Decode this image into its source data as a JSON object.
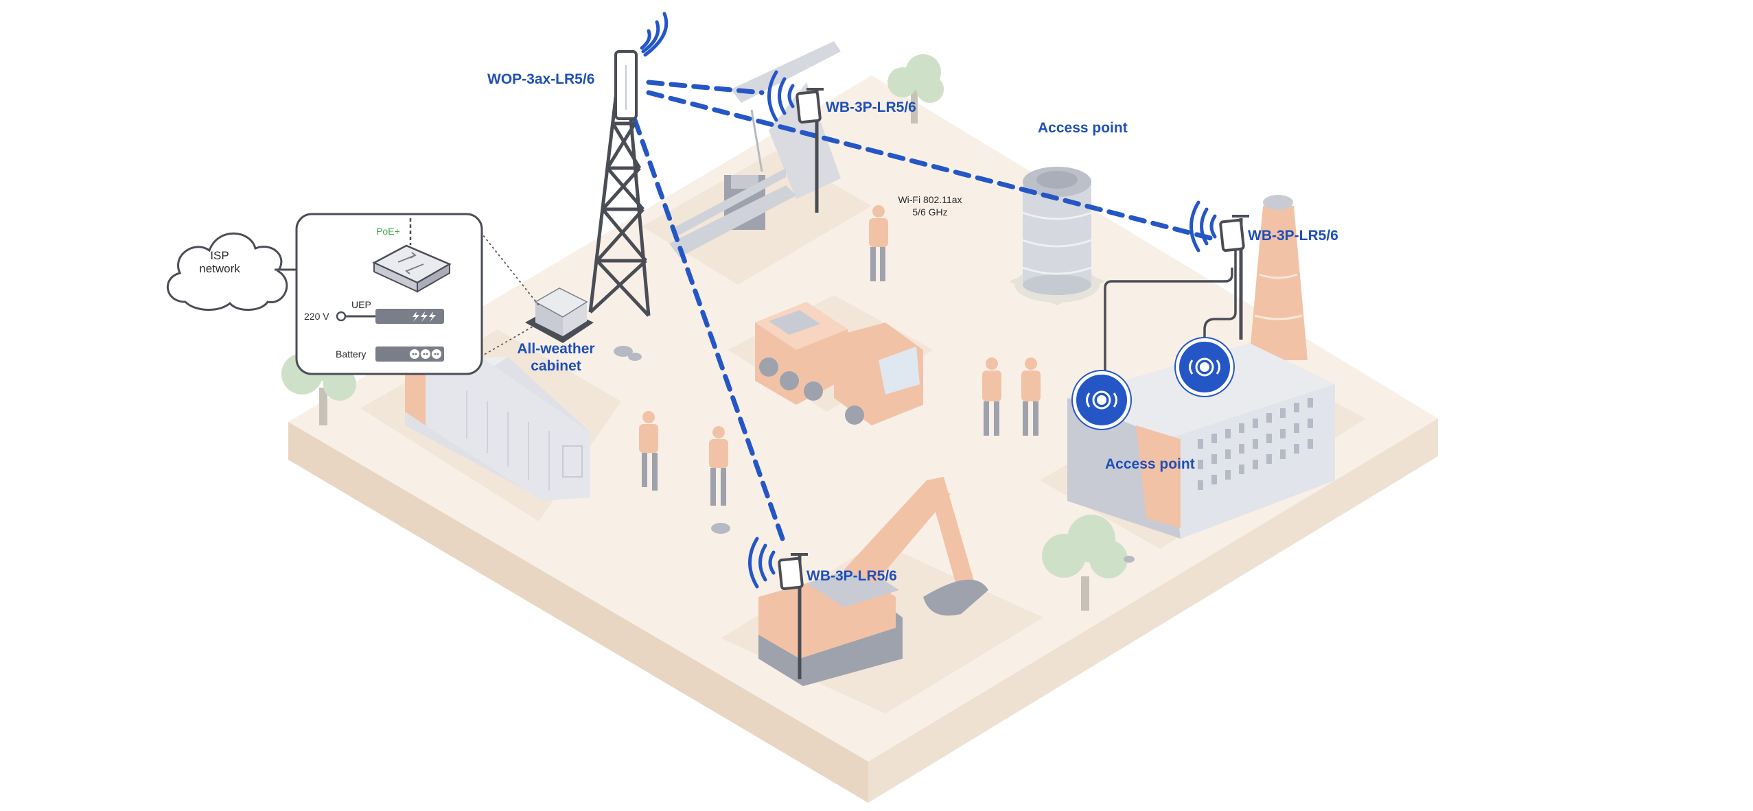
{
  "labels": {
    "tower_device": "WOP-3ax-LR5/6",
    "bridge_top": "WB-3P-LR5/6",
    "bridge_right": "WB-3P-LR5/6",
    "bridge_bottom": "WB-3P-LR5/6",
    "access_point_top": "Access point",
    "access_point_bottom": "Access point",
    "wifi_standard": "Wi-Fi 802.11ax",
    "wifi_band": "5/6 GHz",
    "isp_line1": "ISP",
    "isp_line2": "network",
    "poe": "PoE+",
    "uep": "UEP",
    "voltage": "220 V",
    "battery": "Battery",
    "cabinet_line1": "All-weather",
    "cabinet_line2": "cabinet"
  },
  "colors": {
    "link_blue": "#2456c6",
    "label_blue": "#1f4fb8",
    "ground": "#f7efe6",
    "ground_edge": "#ecdccb",
    "machine": "#f2c2a6",
    "grey": "#c8cbd3",
    "poe_green": "#3aa84a",
    "tree": "#cfe0c8"
  },
  "icons": {
    "wifi": "wifi-signal-icon",
    "access_point": "access-point-icon",
    "cloud": "cloud-icon",
    "switch": "network-switch-icon"
  }
}
